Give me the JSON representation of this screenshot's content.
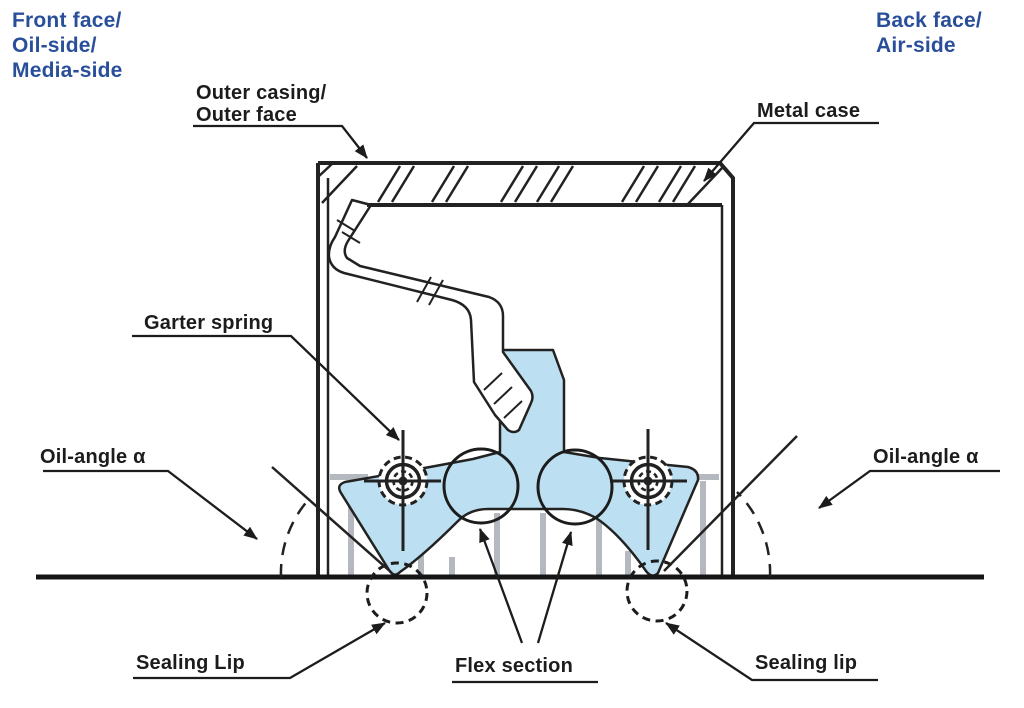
{
  "colors": {
    "label_blue": "#2a4f9a",
    "line_dark": "#1c1c1c",
    "rubber_blue": "#bcdff1",
    "aux_gray": "#a8adb4",
    "background": "#ffffff"
  },
  "labels": {
    "front_face": {
      "line1": "Front face/",
      "line2": "Oil-side/",
      "line3": "Media-side"
    },
    "back_face": {
      "line1": "Back face/",
      "line2": "Air-side"
    },
    "outer_casing": {
      "line1": "Outer casing/",
      "line2": "Outer face"
    },
    "metal_case": "Metal case",
    "garter_spring": "Garter spring",
    "oil_angle_left": "Oil-angle α",
    "oil_angle_right": "Oil-angle α",
    "sealing_lip_left": "Sealing Lip",
    "flex_section": "Flex section",
    "sealing_lip_right": "Sealing lip"
  }
}
